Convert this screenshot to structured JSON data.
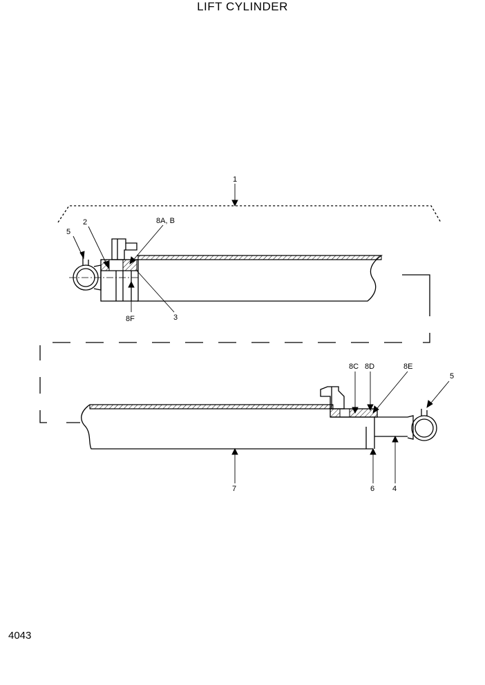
{
  "title": "LIFT CYLINDER",
  "page_number": "4043",
  "callouts": {
    "c1": "1",
    "c2": "2",
    "c3": "3",
    "c4": "4",
    "c5a": "5",
    "c5b": "5",
    "c6": "6",
    "c7": "7",
    "c8ab": "8A, B",
    "c8c": "8C",
    "c8d": "8D",
    "c8e": "8E",
    "c8f": "8F"
  }
}
